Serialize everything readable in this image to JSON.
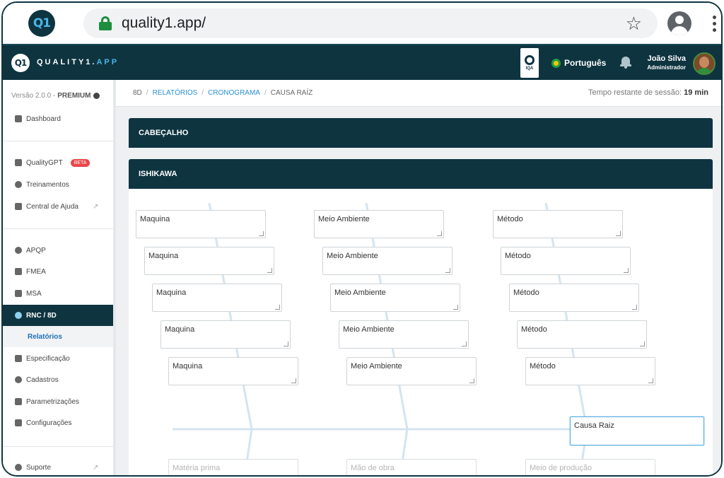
{
  "browser": {
    "url": "quality1.app/",
    "logo_text": "Q1"
  },
  "header": {
    "brand_main": "QUALITY1.",
    "brand_suffix": "APP",
    "logo_text": "Q1",
    "badge_text": "IQA",
    "language": "Português",
    "user_name": "João Silva",
    "user_role": "Administrador"
  },
  "sidebar": {
    "version_prefix": "Versão 2.0.0 - ",
    "version_plan": "PREMIUM",
    "items": [
      {
        "label": "Dashboard"
      },
      {
        "label": "QualityGPT",
        "badge": "BETA"
      },
      {
        "label": "Treinamentos"
      },
      {
        "label": "Central de Ajuda"
      },
      {
        "label": "APQP"
      },
      {
        "label": "FMEA"
      },
      {
        "label": "MSA"
      },
      {
        "label": "RNC / 8D"
      },
      {
        "label": "Relatórios"
      },
      {
        "label": "Especificação"
      },
      {
        "label": "Cadastros"
      },
      {
        "label": "Parametrizações"
      },
      {
        "label": "Configurações"
      },
      {
        "label": "Suporte"
      }
    ]
  },
  "breadcrumb": {
    "items": [
      "8D",
      "RELATÓRIOS",
      "CRONOGRAMA",
      "CAUSA RAÍZ"
    ],
    "separator": "/"
  },
  "session": {
    "label": "Tempo restante de sessão:",
    "value": "19 min"
  },
  "panels": {
    "header_title": "CABEÇALHO",
    "ishikawa_title": "ISHIKAWA"
  },
  "ishikawa": {
    "top_columns": [
      {
        "values": [
          "Maquina",
          "Maquina",
          "Maquina",
          "Maquina",
          "Maquina"
        ]
      },
      {
        "values": [
          "Meio Ambiente",
          "Meio Ambiente",
          "Meio Ambiente",
          "Meio Ambiente",
          "Meio Ambiente"
        ]
      },
      {
        "values": [
          "Método",
          "Método",
          "Método",
          "Método",
          "Método"
        ]
      }
    ],
    "bottom_placeholders": [
      "Matéria prima",
      "Mão de obra",
      "Meio de produção"
    ],
    "effect_value": "Causa Raiz"
  },
  "colors": {
    "brand_dark": "#0e3440",
    "accent": "#4cb5e6",
    "beta": "#e8474b",
    "link": "#2a8fd0"
  }
}
